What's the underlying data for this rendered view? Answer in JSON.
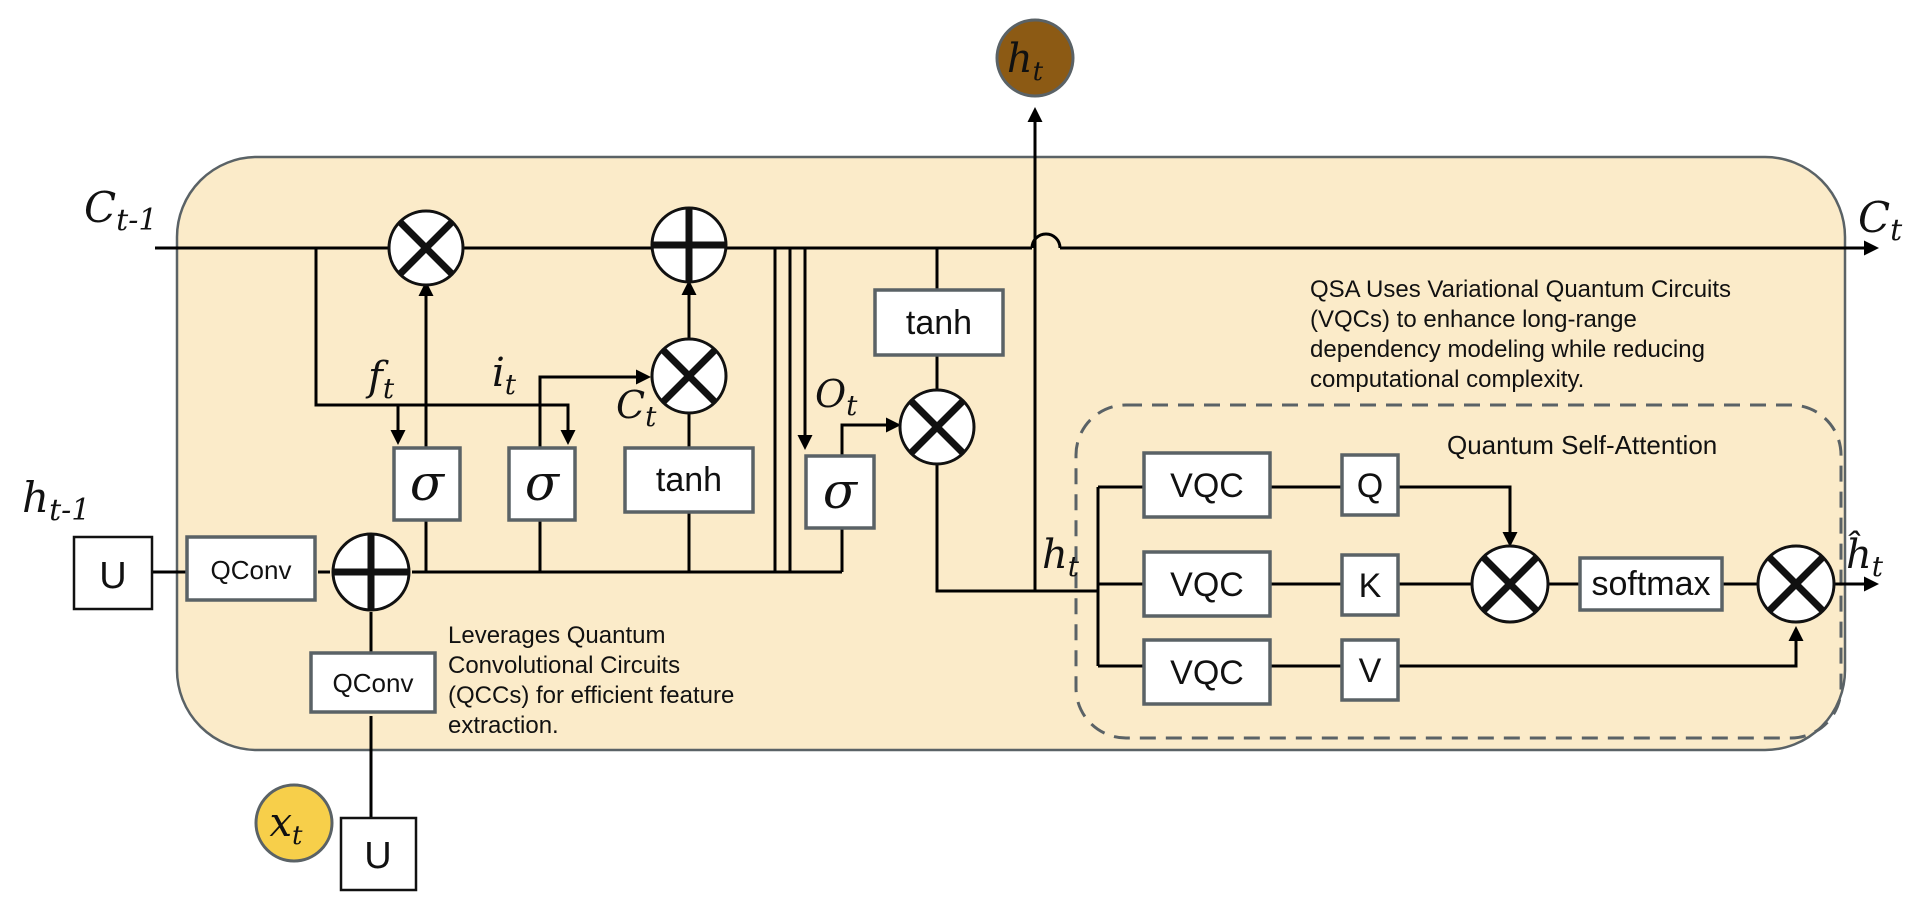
{
  "colors": {
    "cell_fill": "#fbebc9",
    "cell_stroke": "#5a6266",
    "h_out_circle": "#8c5a14",
    "x_in_circle": "#f7cf4a"
  },
  "labels": {
    "c_prev": [
      "C",
      "t-1"
    ],
    "c_next": [
      "C",
      "t"
    ],
    "h_prev": [
      "h",
      "t-1"
    ],
    "h_out": [
      "h",
      "t"
    ],
    "x_in": [
      "x",
      "t"
    ],
    "f_gate": [
      "f",
      "t"
    ],
    "i_gate": [
      "i",
      "t"
    ],
    "c_cand": [
      "C",
      "t"
    ],
    "o_gate": [
      "O",
      "t"
    ],
    "h_mid": [
      "h",
      "t"
    ],
    "h_hat": [
      "ĥ",
      "t"
    ]
  },
  "blocks": {
    "u_left": "U",
    "u_bottom": "U",
    "qconv_top": "QConv",
    "qconv_bottom": "QConv",
    "sigma": "σ",
    "tanh": "tanh",
    "vqc": "VQC",
    "q": "Q",
    "k": "K",
    "v": "V",
    "softmax": "softmax"
  },
  "annotations": {
    "qsa_note": [
      "QSA Uses Variational Quantum Circuits",
      "(VQCs) to enhance long-range",
      "dependency modeling while reducing",
      "computational complexity."
    ],
    "qcc_note": [
      "Leverages Quantum",
      "Convolutional Circuits",
      "(QCCs) for efficient feature",
      "extraction."
    ],
    "qsa_title": "Quantum Self-Attention"
  }
}
